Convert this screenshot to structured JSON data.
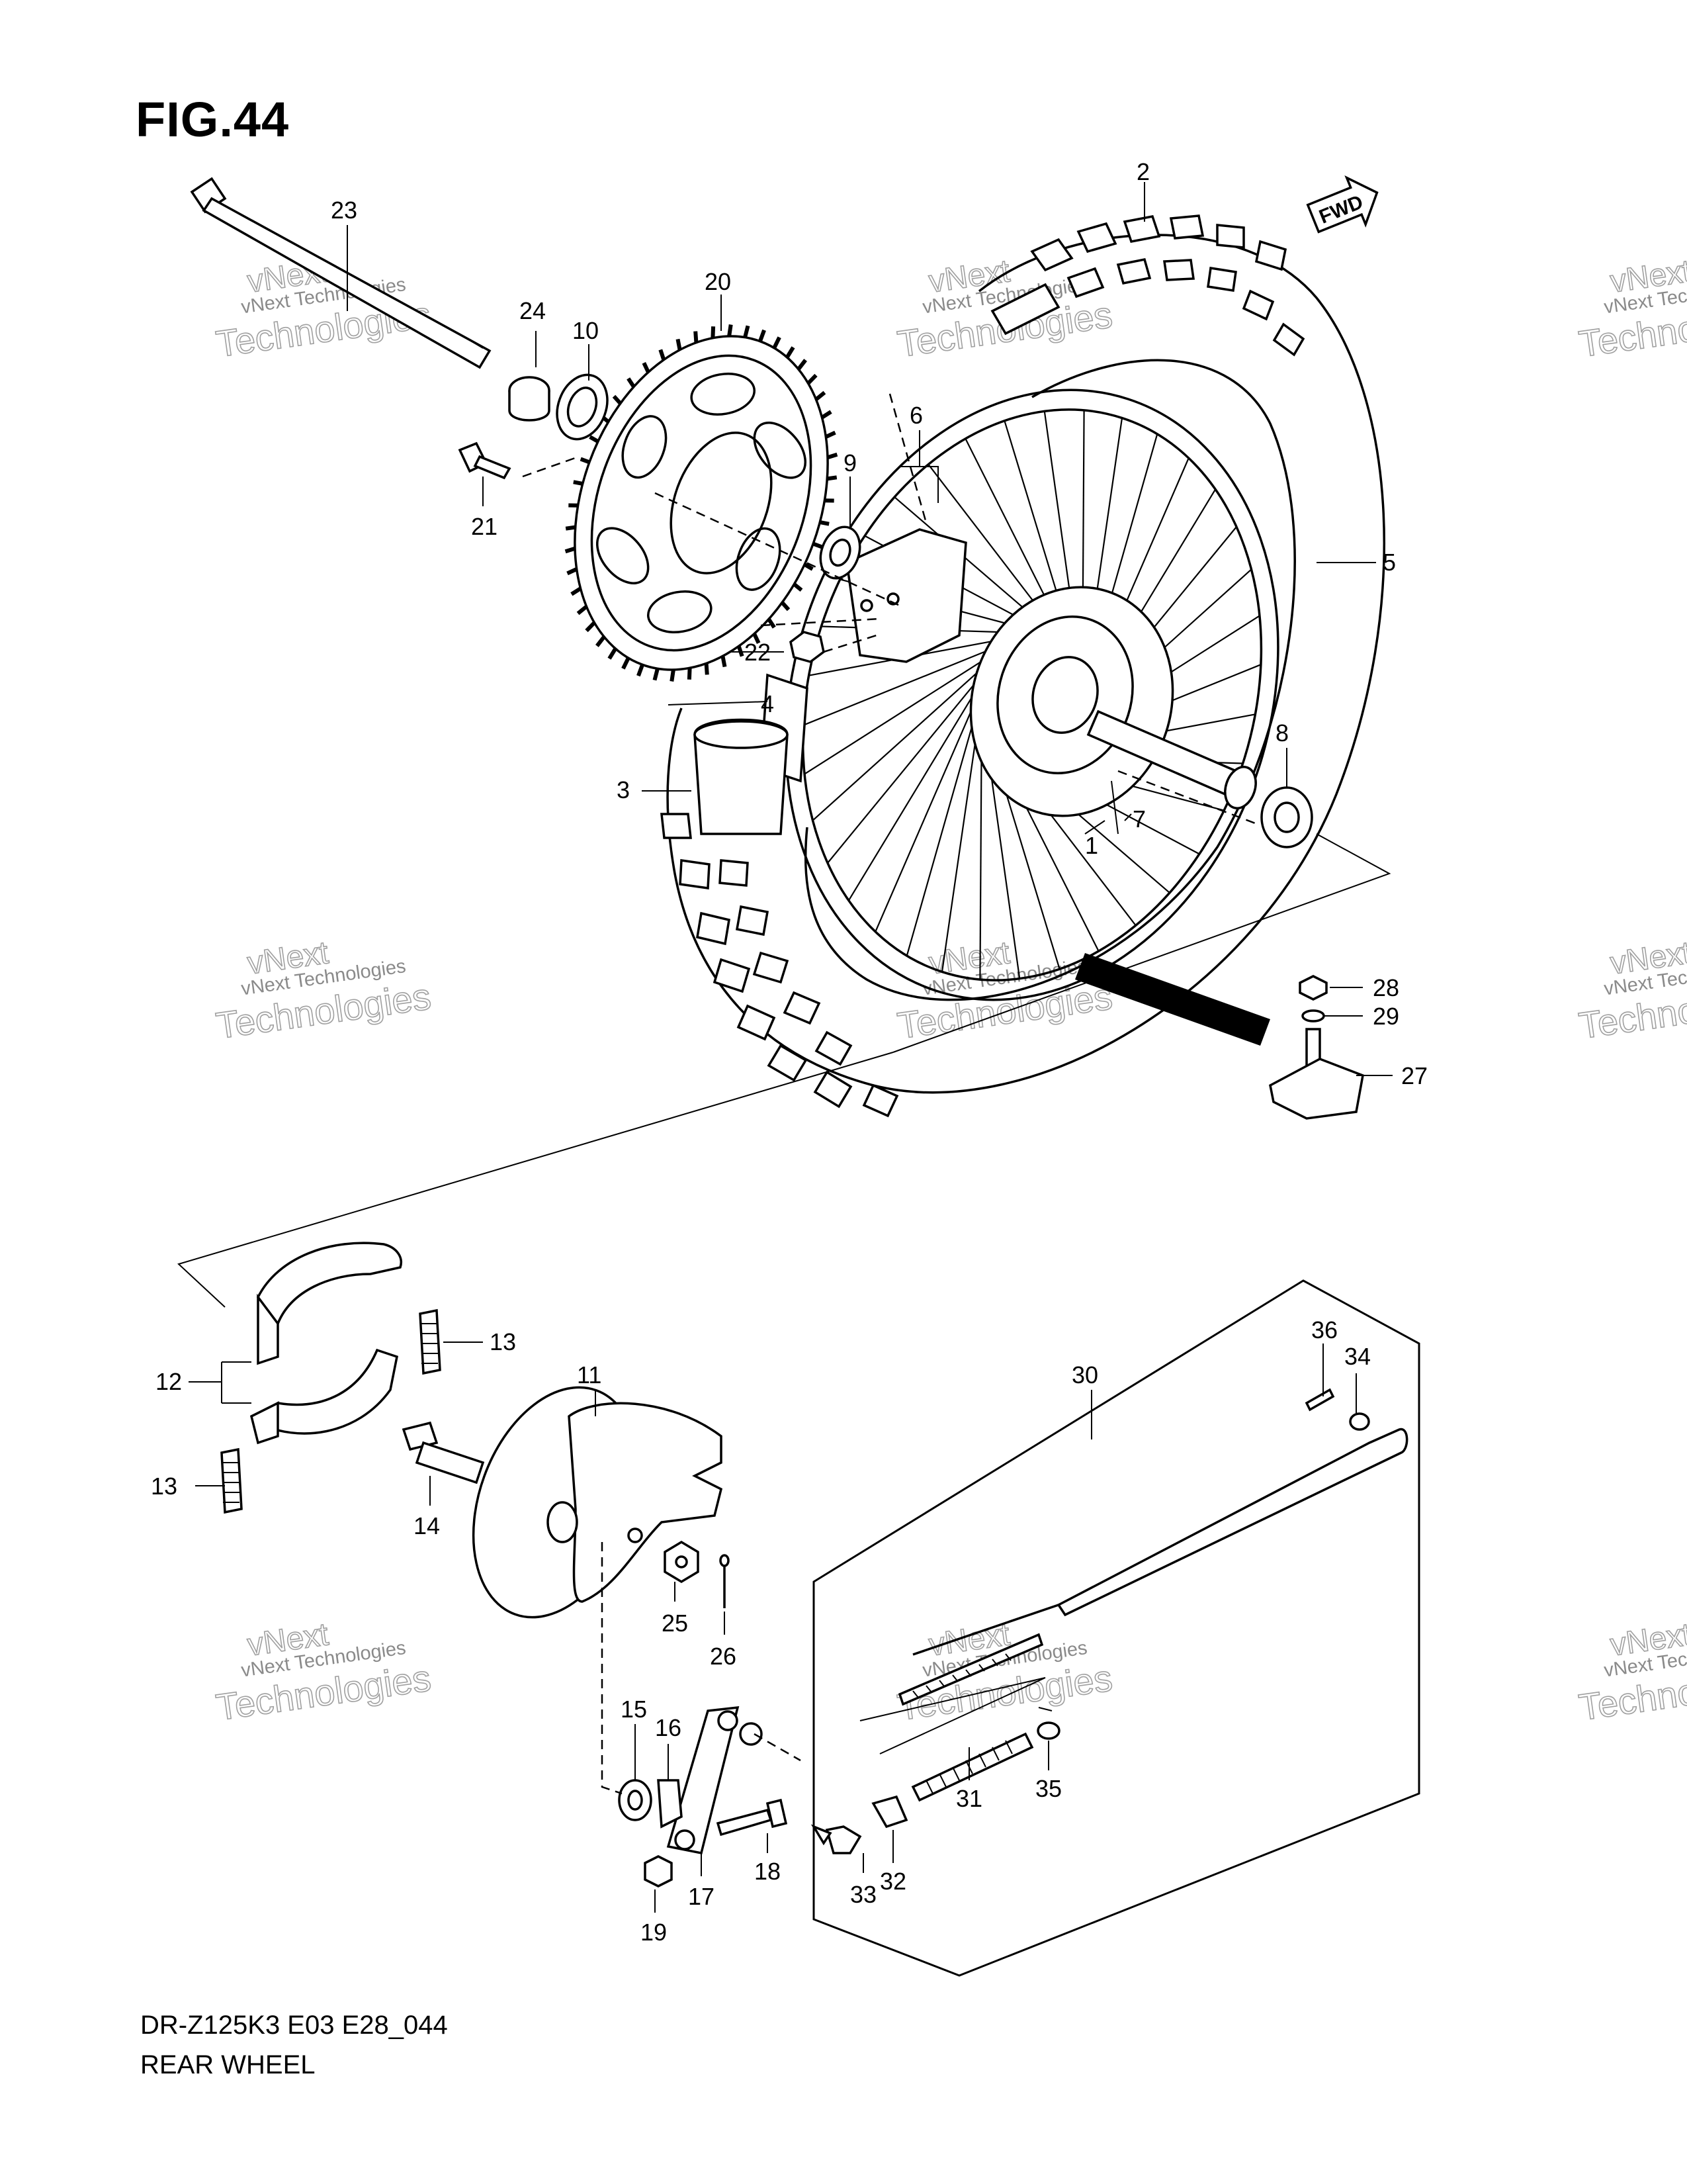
{
  "figure": {
    "title": "FIG.44",
    "model_code": "DR-Z125K3 E03 E28_044",
    "assembly_name": "REAR WHEEL",
    "direction_badge": "FWD"
  },
  "watermark": {
    "line1": "vNext Technologies",
    "line2": "Technologies",
    "line3": "vNext"
  },
  "callouts": {
    "c1": "1",
    "c2": "2",
    "c3": "3",
    "c4": "4",
    "c5": "5",
    "c6": "6",
    "c7": "7",
    "c8": "8",
    "c9": "9",
    "c10": "10",
    "c11": "11",
    "c12": "12",
    "c13a": "13",
    "c13b": "13",
    "c14": "14",
    "c15": "15",
    "c16": "16",
    "c17": "17",
    "c18": "18",
    "c19": "19",
    "c20": "20",
    "c21": "21",
    "c22": "22",
    "c23": "23",
    "c24": "24",
    "c25": "25",
    "c26": "26",
    "c27": "27",
    "c28": "28",
    "c29": "29",
    "c30": "30",
    "c31": "31",
    "c32": "32",
    "c33": "33",
    "c34": "34",
    "c35": "35",
    "c36": "36"
  }
}
